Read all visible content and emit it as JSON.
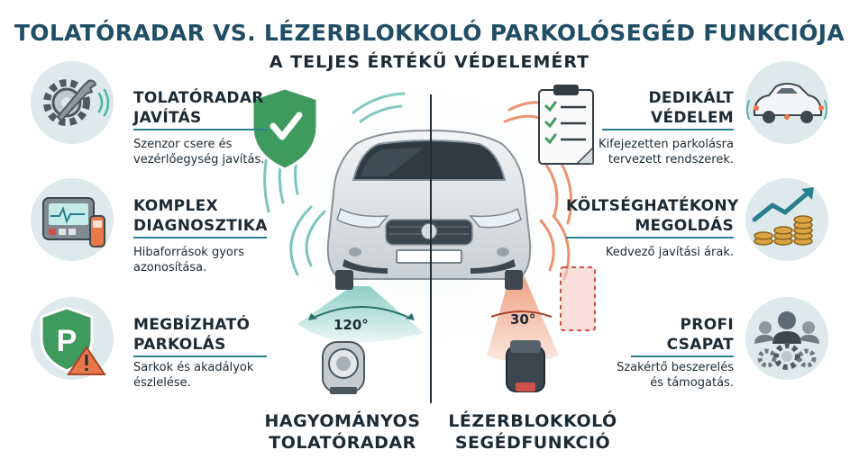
{
  "header": {
    "title": "TOLATÓRADAR VS. LÉZERBLOKKOLÓ PARKOLÓSEGÉD FUNKCIÓJA",
    "subtitle": "A TELJES ÉRTÉKŰ VÉDELEMÉRT"
  },
  "left_features": [
    {
      "icon": "gear-wrench-icon",
      "title_line1": "TOLATÓRADAR",
      "title_line2": "JAVÍTÁS",
      "desc_line1": "Szenzor csere és",
      "desc_line2": "vezérlőegység javítás."
    },
    {
      "icon": "diagnostic-device-icon",
      "title_line1": "KOMPLEX",
      "title_line2": "DIAGNOSZTIKA",
      "desc_line1": "Hibaforrások gyors",
      "desc_line2": "azonosítása."
    },
    {
      "icon": "parking-shield-icon",
      "title_line1": "MEGBÍZHATÓ",
      "title_line2": "PARKOLÁS",
      "desc_line1": "Sarkok és akadályok",
      "desc_line2": "észlelése."
    }
  ],
  "right_features": [
    {
      "icon": "car-sensors-icon",
      "title_line1": "DEDIKÁLT",
      "title_line2": "VÉDELEM",
      "desc_line1": "Kifejezetten parkolásra",
      "desc_line2": "tervezett rendszerek."
    },
    {
      "icon": "coins-chart-icon",
      "title_line1": "KÖLTSÉGHATÉKONY",
      "title_line2": "MEGOLDÁS",
      "desc_line1": "Kedvező javítási árak.",
      "desc_line2": ""
    },
    {
      "icon": "team-gears-icon",
      "title_line1": "PROFI",
      "title_line2": "CSAPAT",
      "desc_line1": "Szakértő beszerelés",
      "desc_line2": "és támogatás."
    }
  ],
  "center": {
    "left_angle": "120°",
    "right_angle": "30°",
    "left_label_line1": "HAGYOMÁNYOS",
    "left_label_line2": "TOLATÓRADAR",
    "right_label_line1": "LÉZERBLOKKOLÓ",
    "right_label_line2": "SEGÉDFUNKCIÓ"
  },
  "colors": {
    "radar_teal": "#4fb3a5",
    "laser_orange": "#e8784a",
    "title_blue": "#1f4e66",
    "shield_green": "#3f9a5e"
  }
}
